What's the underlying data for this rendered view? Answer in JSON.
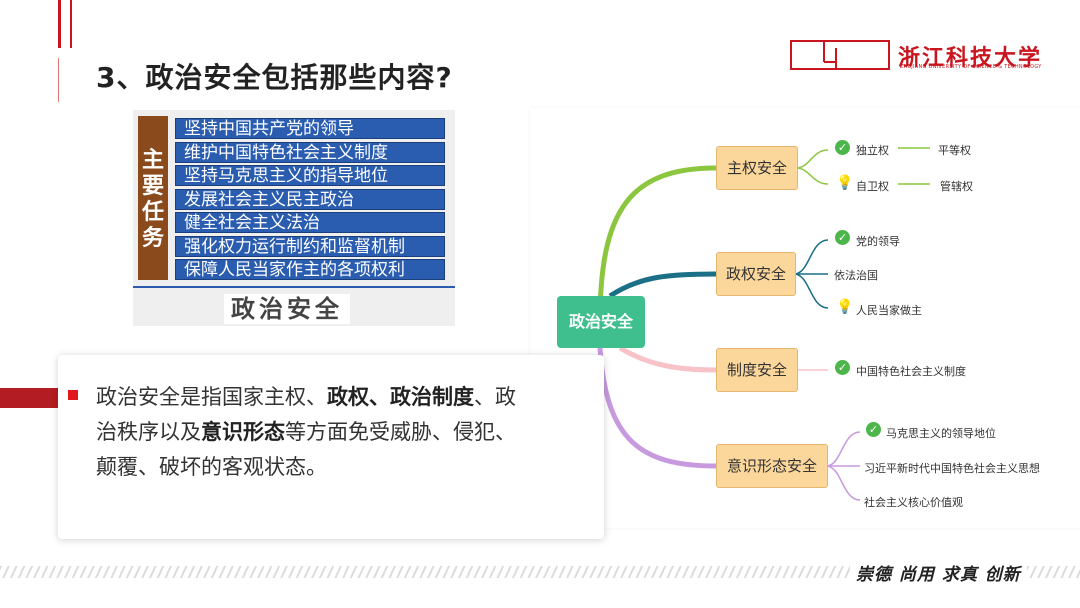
{
  "slide": {
    "title": "3、政治安全包括那些内容?"
  },
  "logo": {
    "name": "浙江科技大学",
    "subtitle": "ZHEJIANG UNIVERSITY OF SCIENCE & TECHNOLOGY"
  },
  "tasks_image": {
    "side_label": "主要任务",
    "items": [
      "坚持中国共产党的领导",
      "维护中国特色社会主义制度",
      "坚持马克思主义的指导地位",
      "发展社会主义民主政治",
      "健全社会主义法治",
      "强化权力运行制约和监督机制",
      "保障人民当家作主的各项权利"
    ],
    "bottom_label": "政治安全"
  },
  "definition": {
    "p1": "政治安全是指国家主权、",
    "b1": "政权、政治制度",
    "p2": "、政治秩序以及",
    "b2": "意识形态",
    "p3": "等方面免受威胁、侵犯、颠覆、破坏的客观状态。"
  },
  "mindmap": {
    "center": "政治安全",
    "branches": [
      {
        "label": "主权安全",
        "color": "#8cc63f"
      },
      {
        "label": "政权安全",
        "color": "#1b6f86"
      },
      {
        "label": "制度安全",
        "color": "#f7c3c9"
      },
      {
        "label": "意识形态安全",
        "color": "#c79ae0"
      }
    ],
    "leaves": {
      "sovereignty_a": "独立权",
      "sovereignty_a2": "平等权",
      "sovereignty_b": "自卫权",
      "sovereignty_b2": "管辖权",
      "regime_1": "党的领导",
      "regime_2": "依法治国",
      "regime_3": "人民当家做主",
      "system_1": "中国特色社会主义制度",
      "ideology_1": "马克思主义的领导地位",
      "ideology_2": "习近平新时代中国特色社会主义思想",
      "ideology_3": "社会主义核心价值观"
    },
    "icons": {
      "check": "✓",
      "bulb": "💡"
    }
  },
  "footer": {
    "motto": "崇德  尚用  求真  创新"
  }
}
